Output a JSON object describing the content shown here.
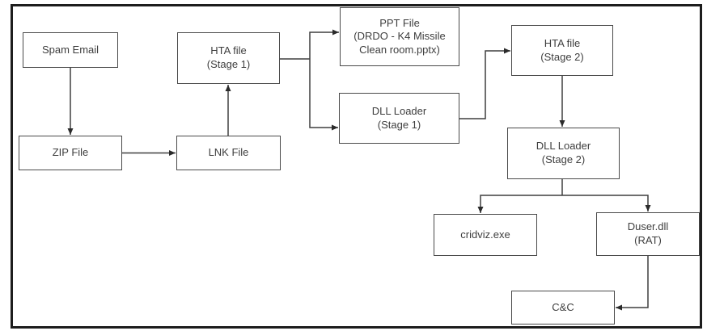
{
  "diagram": {
    "description": "Malware infection chain flowchart",
    "colors": {
      "background": "#ffffff",
      "frame_border": "#1d1d1d",
      "box_border": "#4a4a4a",
      "box_background": "#ffffff",
      "line": "#3f3f3f",
      "text": "#3e3e3e"
    },
    "nodes": {
      "spam_email": {
        "label": "Spam Email"
      },
      "zip_file": {
        "label": "ZIP File"
      },
      "lnk_file": {
        "label": "LNK File"
      },
      "hta_stage1": {
        "label": "HTA file\n(Stage 1)"
      },
      "ppt_file": {
        "label": "PPT File\n(DRDO - K4 Missile\nClean room.pptx)"
      },
      "dll_loader_stage1": {
        "label": "DLL Loader\n(Stage 1)"
      },
      "hta_stage2": {
        "label": "HTA file\n(Stage 2)"
      },
      "dll_loader_stage2": {
        "label": "DLL Loader\n(Stage 2)"
      },
      "cridviz_exe": {
        "label": "cridviz.exe"
      },
      "duser_dll": {
        "label": "Duser.dll\n(RAT)"
      },
      "cnc": {
        "label": "C&C"
      }
    },
    "edges": [
      {
        "from": "spam_email",
        "to": "zip_file"
      },
      {
        "from": "zip_file",
        "to": "lnk_file"
      },
      {
        "from": "lnk_file",
        "to": "hta_stage1"
      },
      {
        "from": "hta_stage1",
        "to": "ppt_file"
      },
      {
        "from": "hta_stage1",
        "to": "dll_loader_stage1"
      },
      {
        "from": "dll_loader_stage1",
        "to": "hta_stage2"
      },
      {
        "from": "hta_stage2",
        "to": "dll_loader_stage2"
      },
      {
        "from": "dll_loader_stage2",
        "to": "cridviz_exe"
      },
      {
        "from": "dll_loader_stage2",
        "to": "duser_dll"
      },
      {
        "from": "duser_dll",
        "to": "cnc"
      }
    ]
  }
}
